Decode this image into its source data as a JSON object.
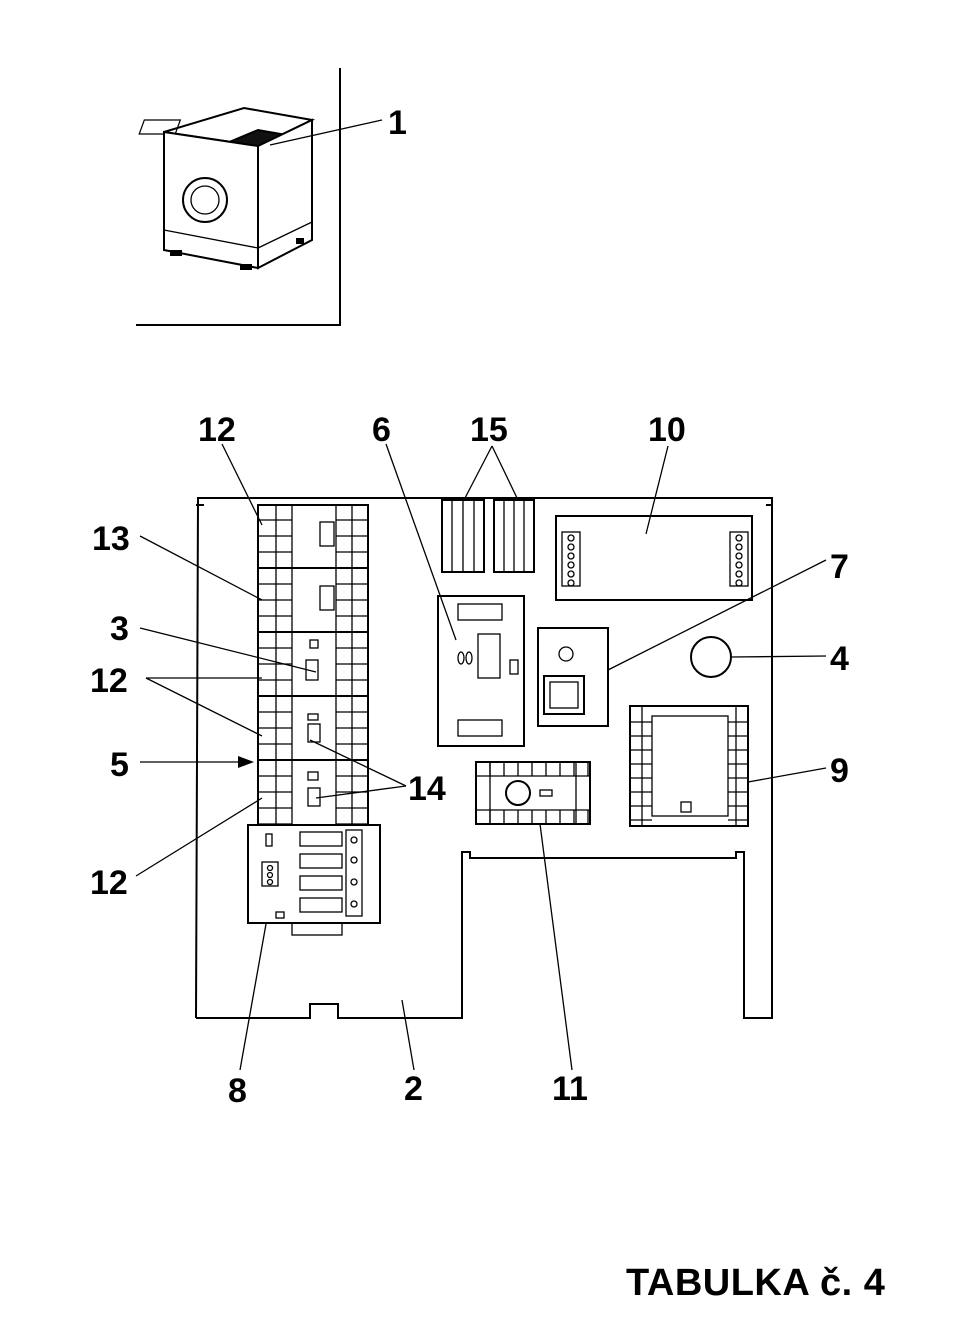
{
  "caption": "TABULKA č. 4",
  "callouts": {
    "c1": "1",
    "c2": "2",
    "c3": "3",
    "c4": "4",
    "c5": "5",
    "c6": "6",
    "c7": "7",
    "c8": "8",
    "c9": "9",
    "c10": "10",
    "c11": "11",
    "c12a": "12",
    "c12b": "12",
    "c12c": "12",
    "c13": "13",
    "c14": "14",
    "c15": "15"
  }
}
